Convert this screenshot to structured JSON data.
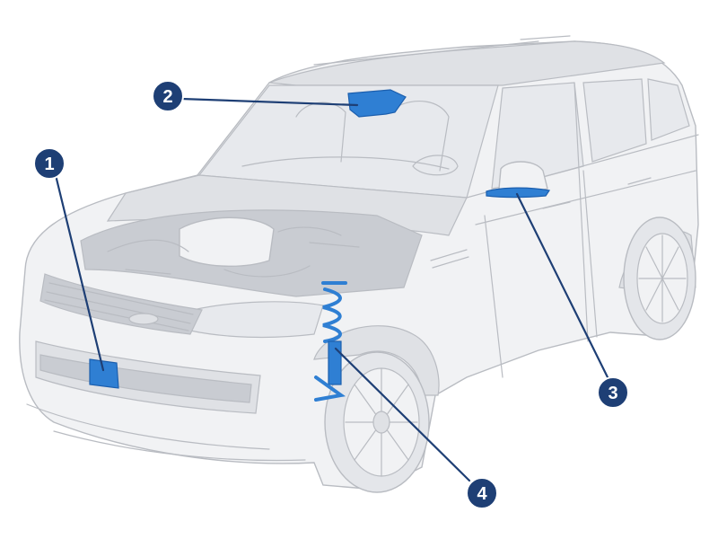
{
  "colors": {
    "background": "#ffffff",
    "body_fill": "#f1f2f4",
    "body_shadow": "#dfe1e5",
    "outline": "#b9bcc2",
    "detail": "#c9ccd2",
    "glass": "#e7e9ed",
    "tire": "#e4e6ea",
    "highlight": "#2f7fd3",
    "highlight_dark": "#1c5fae",
    "leader": "#1e3f75",
    "badge": "#1e3f75",
    "badge_text": "#ffffff"
  },
  "callouts": [
    {
      "number": "1",
      "component": "front-radar-sensor"
    },
    {
      "number": "2",
      "component": "windscreen-camera"
    },
    {
      "number": "3",
      "component": "door-mirror-camera"
    },
    {
      "number": "4",
      "component": "front-suspension-strut"
    }
  ]
}
